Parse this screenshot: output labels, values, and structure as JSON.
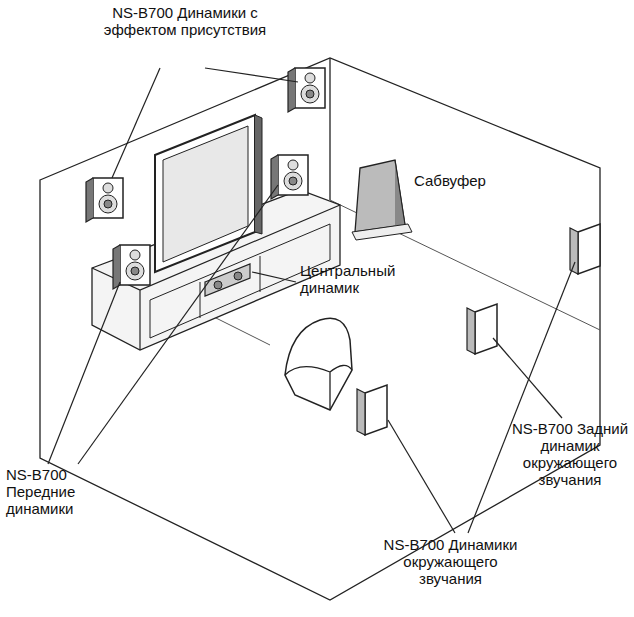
{
  "diagram": {
    "labels": [
      "NS-B700 Динамики с эффектом присутствия",
      "Сабвуфер",
      "Центральный динамик",
      "NS-B700 Передние динамики",
      "NS-B700 Задний динамик окружающего звучания",
      "NS-B700 Динамики окружающего звучания"
    ]
  }
}
